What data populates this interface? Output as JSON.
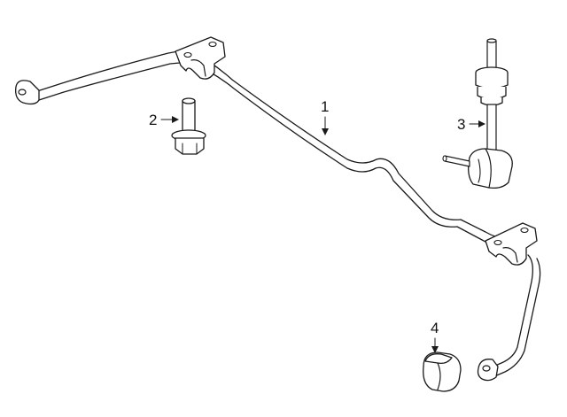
{
  "callouts": {
    "c1": "1",
    "c2": "2",
    "c3": "3",
    "c4": "4"
  },
  "icons": [
    "stabilizer-bar-icon",
    "bolt-icon",
    "stabilizer-link-icon",
    "bushing-icon"
  ],
  "colors": {
    "line": "#1a1a1a",
    "background": "#ffffff"
  }
}
